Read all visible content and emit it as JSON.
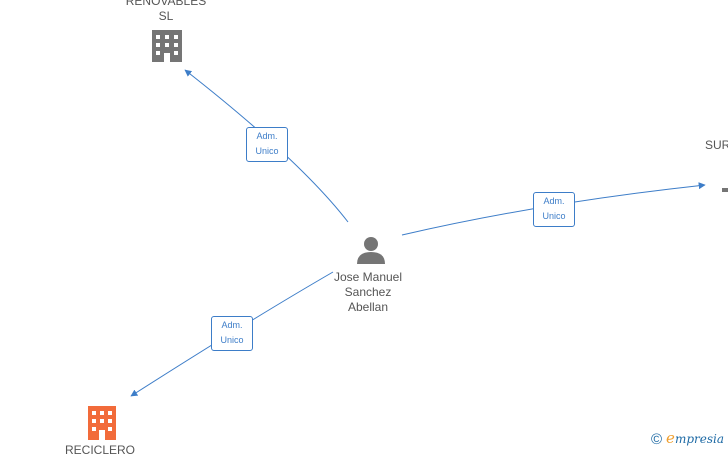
{
  "colors": {
    "edge": "#3d7dc8",
    "company_gray": "#757575",
    "company_highlight": "#f26b3a",
    "person": "#757575",
    "text": "#555555"
  },
  "nodes": {
    "company_top": {
      "line1": "RENOVABLES",
      "line2": "SL",
      "icon": "building-icon"
    },
    "company_bottom": {
      "line1": "RECICLERO",
      "icon": "building-icon"
    },
    "company_right": {
      "line1": "SUR",
      "icon": "building-icon"
    },
    "person": {
      "line1": "Jose Manuel",
      "line2": "Sanchez",
      "line3": "Abellan",
      "icon": "person-icon"
    }
  },
  "edges": [
    {
      "line1": "Adm.",
      "line2": "Unico"
    },
    {
      "line1": "Adm.",
      "line2": "Unico"
    },
    {
      "line1": "Adm.",
      "line2": "Unico"
    }
  ],
  "brand": {
    "copyright": "©",
    "initial": "e",
    "name": "mpresia"
  }
}
